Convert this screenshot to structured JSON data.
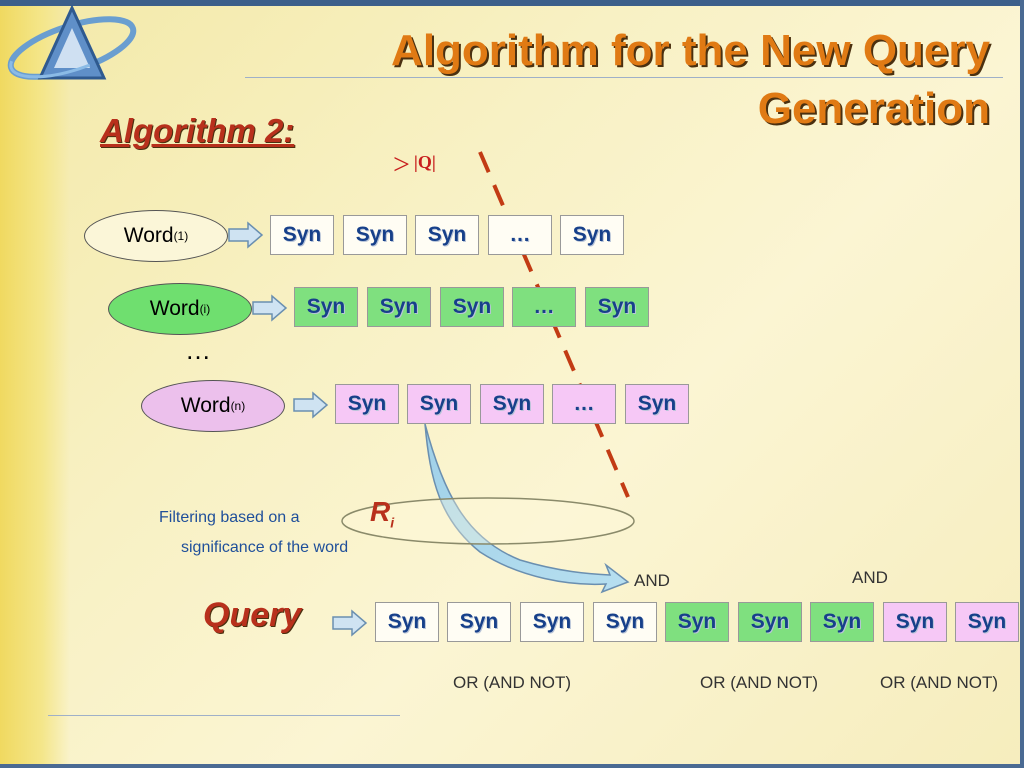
{
  "title": "Algorithm for the New Query Generation",
  "subtitle": "Algorithm 2:",
  "bound": {
    "symbol": ">",
    "label": "|Q|"
  },
  "words": {
    "w1": {
      "base": "Word",
      "sub": "(1)"
    },
    "wi": {
      "base": "Word",
      "sub": "(i)"
    },
    "wn": {
      "base": "Word",
      "sub": "(n)"
    }
  },
  "syn_label": "Syn",
  "ellipsis": "…",
  "row_ellipsis": "…",
  "filter_note": {
    "line1": "Filtering based on a",
    "line2": "significance of the word"
  },
  "ri": {
    "base": "R",
    "sub": "i"
  },
  "query_label": "Query",
  "and_labels": [
    "AND",
    "AND"
  ],
  "or_labels": [
    "OR (AND NOT)",
    "OR (AND NOT)",
    "OR (AND NOT)"
  ],
  "colors": {
    "title": "#e07a14",
    "accent_red": "#b8301c",
    "green_box": "#7fe07f",
    "pink_box": "#f6c8f6",
    "syn_text": "#17408a"
  }
}
